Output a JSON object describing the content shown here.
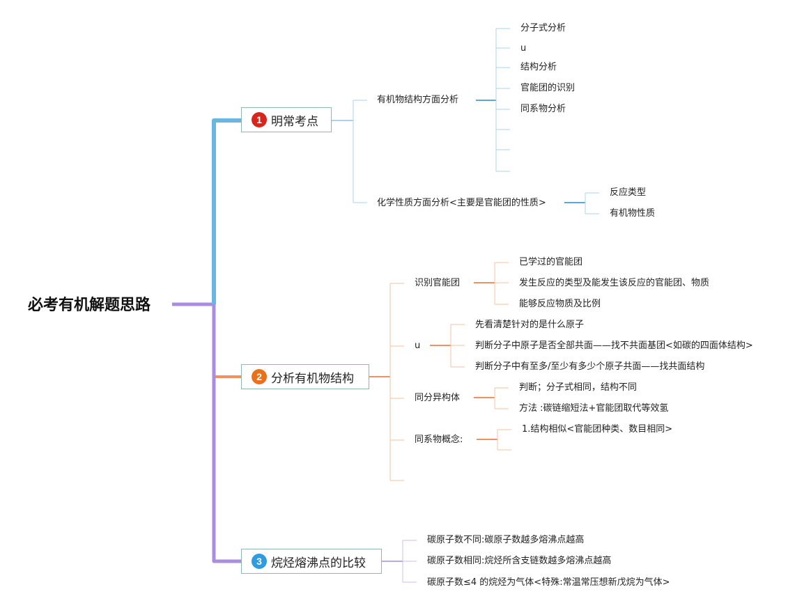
{
  "root": {
    "title": "必考有机解题思路"
  },
  "colors": {
    "blue": "#6bb5e3",
    "orange": "#f0925f",
    "purple": "#a98de0",
    "badge1": "#d9261c",
    "badge2": "#e8711a",
    "badge3": "#2f9be0"
  },
  "branches": [
    {
      "num": "1",
      "label": "明常考点",
      "icon": "number-1-badge",
      "children": [
        {
          "label": "有机物结构方面分析",
          "items": [
            "分子式分析",
            "u",
            "结构分析",
            "官能团的识别",
            "同系物分析",
            "",
            "",
            ""
          ]
        },
        {
          "label": "化学性质方面分析<主要是官能团的性质>",
          "items": [
            "反应类型",
            "有机物性质"
          ]
        }
      ]
    },
    {
      "num": "2",
      "label": "分析有机物结构",
      "icon": "number-2-badge",
      "children": [
        {
          "label": "识别官能团",
          "items": [
            "已学过的官能团",
            "发生反应的类型及能发生该反应的官能团、物质",
            "能够反应物质及比例"
          ]
        },
        {
          "label": "u",
          "items": [
            "先看清楚针对的是什么原子",
            "判断分子中原子是否全部共面——找不共面基团<如碳的四面体结构>",
            "判断分子中有至多/至少有多少个原子共面——找共面结构"
          ]
        },
        {
          "label": "同分异构体",
          "items": [
            "判断；分子式相同，结构不同",
            "方法 :碳链缩短法+官能团取代等效氢"
          ]
        },
        {
          "label": "同系物概念:",
          "items": [
            "1.结构相似<官能团种类、数目相同>",
            ""
          ]
        },
        {
          "label": "",
          "items": []
        }
      ]
    },
    {
      "num": "3",
      "label": "烷烃熔沸点的比较",
      "icon": "number-3-badge",
      "items": [
        "碳原子数不同:碳原子数越多熔沸点越高",
        "碳原子数相同:烷烃所含支链数越多熔沸点越高",
        "碳原子数≤4 的烷烃为气体<特殊:常温常压想新戊烷为气体>"
      ]
    }
  ]
}
